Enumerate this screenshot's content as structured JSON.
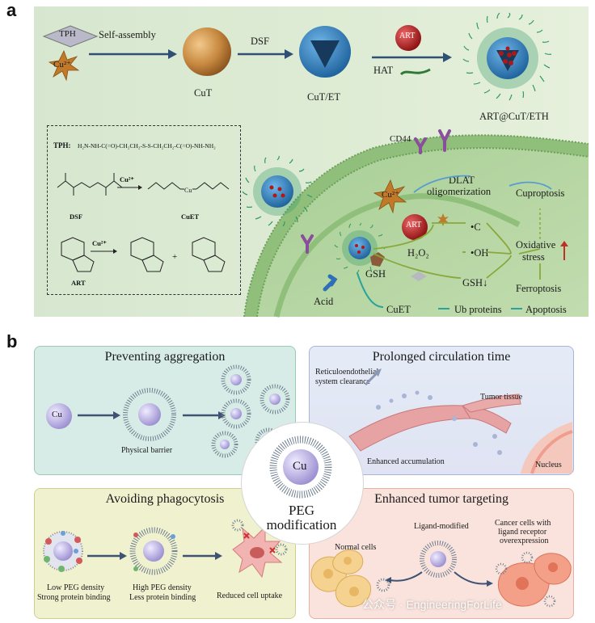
{
  "panel_a": {
    "letter": "a",
    "tph": "TPH",
    "cu2": "Cu²⁺",
    "self_assembly": "Self-assembly",
    "dsf": "DSF",
    "cut": "CuT",
    "cut_et": "CuT/ET",
    "art": "ART",
    "hat": "HAT",
    "final_np": "ART@CuT/ETH",
    "chem": {
      "tph_label": "TPH:",
      "tph_formula": "H₂N‑NH‑C(=O)‑CH₂CH₂‑S‑S‑CH₂CH₂‑C(=O)‑NH‑NH₂",
      "cu2_arrow_1": "Cu²⁺",
      "dsf_label": "DSF",
      "cuet_label": "CuET",
      "cu2_arrow_2": "Cu²⁺",
      "art_label": "ART",
      "plus": "+"
    },
    "cell": {
      "cd44": "CD44",
      "cu2": "Cu²⁺",
      "dlat": "DLAT",
      "oligomerization": "oligomerization",
      "cuproptosis": "Cuproptosis",
      "art": "ART",
      "c_radical": "•C",
      "h2o2": "H₂O₂",
      "oh_radical": "•OH",
      "oxidative": "Oxidative",
      "stress": "stress",
      "gsh": "GSH",
      "gsh_down": "GSH↓",
      "ferroptosis": "Ferroptosis",
      "acid": "Acid",
      "cuet": "CuET",
      "ub_proteins": "Ub proteins",
      "apoptosis": "Apoptosis"
    }
  },
  "panel_b": {
    "letter": "b",
    "preventing": {
      "title": "Preventing aggregation",
      "cu": "Cu",
      "physical_barrier": "Physical barrier"
    },
    "prolonged": {
      "title": "Prolonged circulation time",
      "res_line1": "Reticuloendothelial",
      "res_line2": "system clearance",
      "tumor_tissue": "Tumor tissue",
      "enhanced_accumulation": "Enhanced accumulation",
      "nucleus": "Nucleus"
    },
    "center": {
      "cu": "Cu",
      "line1": "PEG",
      "line2": "modification"
    },
    "avoiding": {
      "title": "Avoiding phagocytosis",
      "low_1": "Low PEG density",
      "low_2": "Strong protein binding",
      "high_1": "High PEG density",
      "high_2": "Less protein binding",
      "reduced": "Reduced cell uptake"
    },
    "targeting": {
      "title": "Enhanced tumor targeting",
      "normal_cells": "Normal cells",
      "ligand_modified": "Ligand-modified",
      "cancer_1": "Cancer cells with",
      "cancer_2": "ligand receptor",
      "cancer_3": "overexpression"
    },
    "watermark": "公众号 · EngineeringForLife"
  }
}
